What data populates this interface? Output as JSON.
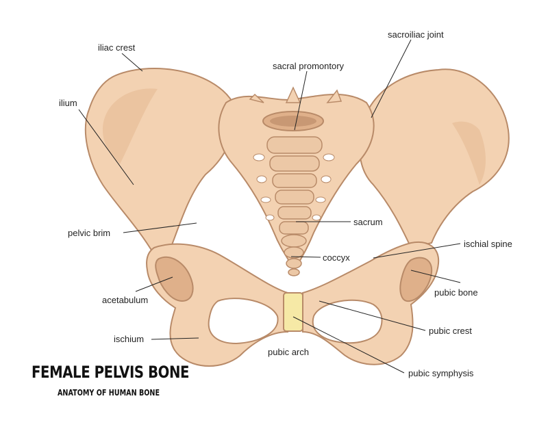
{
  "title": "FEMALE PELVIS BONE",
  "subtitle": "ANATOMY OF HUMAN BONE",
  "colors": {
    "bone_fill": "#f3d2b2",
    "bone_shade": "#dfb08a",
    "bone_stroke": "#b88a68",
    "cartilage": "#f6e9a6",
    "leader_line": "#222222"
  },
  "labels": {
    "iliac_crest": "iliac crest",
    "ilium": "ilium",
    "sacral_promontory": "sacral promontory",
    "sacroiliac_joint": "sacroiliac joint",
    "pelvic_brim": "pelvic brim",
    "sacrum": "sacrum",
    "ischial_spine": "ischial spine",
    "coccyx": "coccyx",
    "pubic_bone": "pubic bone",
    "acetabulum": "acetabulum",
    "pubic_crest": "pubic crest",
    "ischium": "ischium",
    "pubic_arch": "pubic arch",
    "pubic_symphysis": "pubic symphysis"
  }
}
